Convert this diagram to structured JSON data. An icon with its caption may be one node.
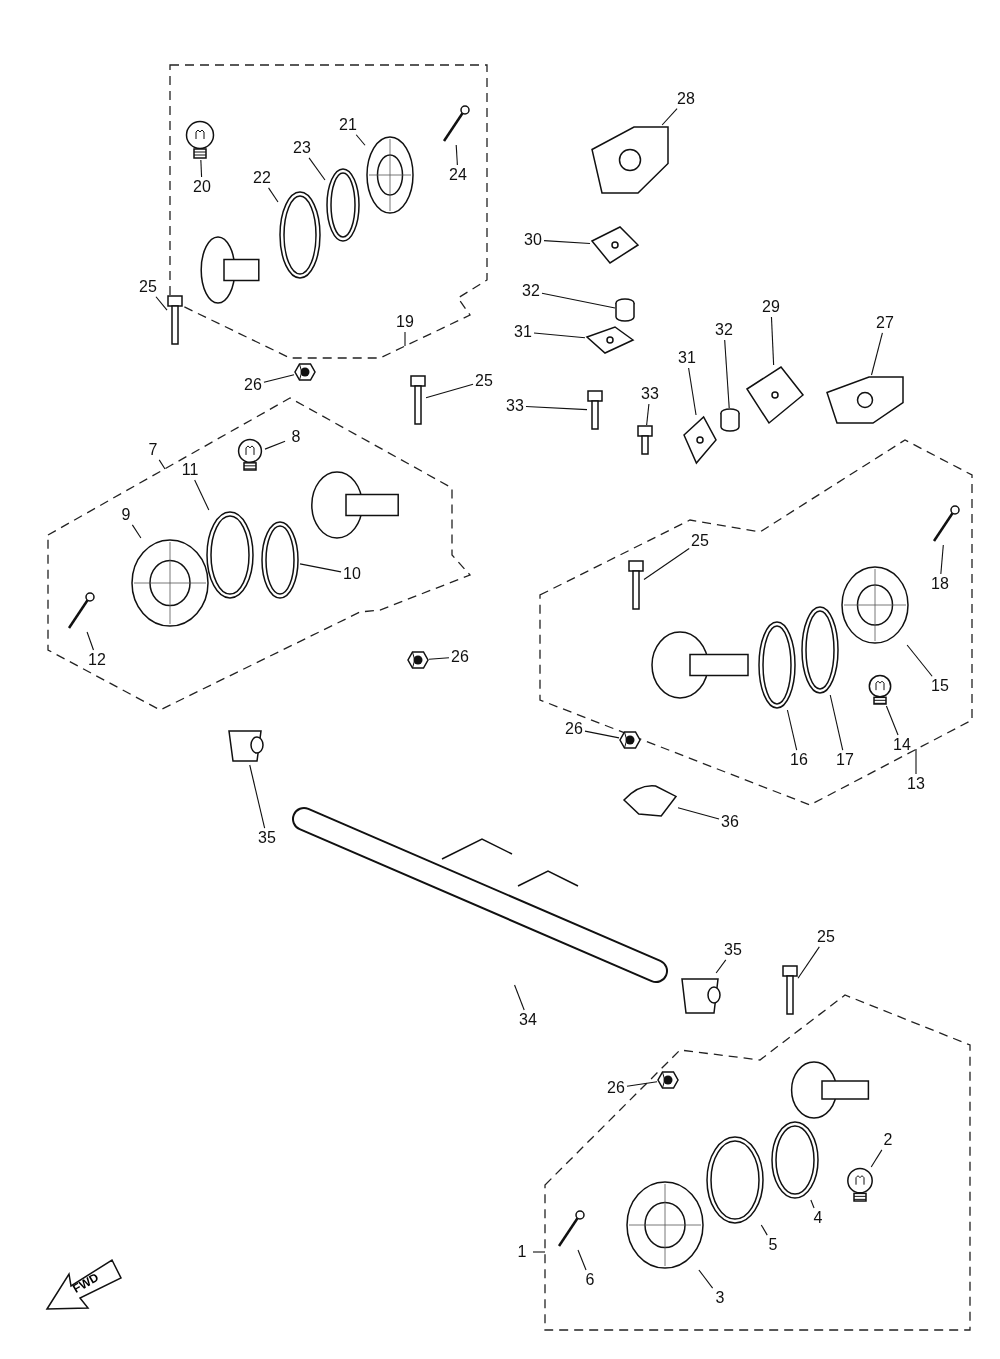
{
  "diagram": {
    "nodes": [
      {
        "text": [],
        "shape": "box"
      },
      {
        "text": [
          "20"
        ],
        "in": 0
      },
      {
        "text": [],
        "shape": "picture",
        "in": 0
      },
      {
        "text": [
          "21"
        ],
        "in": 0
      },
      {
        "text": [],
        "shape": "picture",
        "in": 0
      },
      {
        "text": [
          "23"
        ],
        "in": 0
      },
      {
        "text": [],
        "shape": "picture",
        "in": 0
      },
      {
        "text": [
          "22"
        ],
        "in": 0
      },
      {
        "text": [],
        "shape": "picture",
        "in": 0
      },
      {
        "text": [
          "24"
        ],
        "in": 0
      },
      {
        "text": [],
        "shape": "picture",
        "in": 0
      },
      {
        "text": [
          "19"
        ],
        "in": 0
      },
      {
        "text": [
          "25"
        ]
      },
      {
        "text": [],
        "shape": "picture"
      },
      {
        "text": [
          "26"
        ]
      },
      {
        "text": [],
        "shape": "picture"
      },
      {
        "text": [
          "28"
        ]
      },
      {
        "text": [],
        "shape": "picture"
      },
      {
        "text": [
          "30"
        ]
      },
      {
        "text": [],
        "shape": "picture"
      },
      {
        "text": [
          "32"
        ]
      },
      {
        "text": [],
        "shape": "picture"
      },
      {
        "text": [
          "31"
        ]
      },
      {
        "text": [],
        "shape": "picture"
      },
      {
        "text": [
          "33"
        ]
      },
      {
        "text": [],
        "shape": "picture"
      },
      {
        "text": [
          "29"
        ]
      },
      {
        "text": [],
        "shape": "picture"
      },
      {
        "text": [
          "27"
        ]
      },
      {
        "text": [],
        "shape": "picture"
      },
      {
        "text": [
          "32"
        ]
      },
      {
        "text": [],
        "shape": "picture"
      },
      {
        "text": [
          "31"
        ]
      },
      {
        "text": [],
        "shape": "picture"
      },
      {
        "text": [
          "33"
        ]
      },
      {
        "text": [],
        "shape": "picture"
      },
      {
        "text": [
          "25"
        ]
      },
      {
        "text": [],
        "shape": "picture"
      },
      {
        "text": [],
        "shape": "box"
      },
      {
        "text": [
          "7"
        ],
        "in": 38
      },
      {
        "text": [
          "8"
        ],
        "in": 38
      },
      {
        "text": [],
        "shape": "picture",
        "in": 38
      },
      {
        "text": [
          "11"
        ],
        "in": 38
      },
      {
        "text": [],
        "shape": "picture",
        "in": 38
      },
      {
        "text": [
          "9"
        ],
        "in": 38
      },
      {
        "text": [],
        "shape": "picture",
        "in": 38
      },
      {
        "text": [
          "10"
        ],
        "in": 38
      },
      {
        "text": [],
        "shape": "picture",
        "in": 38
      },
      {
        "text": [
          "12"
        ],
        "in": 38
      },
      {
        "text": [],
        "shape": "picture",
        "in": 38
      },
      {
        "text": [
          "26"
        ],
        "in": 38
      },
      {
        "text": [],
        "shape": "picture",
        "in": 38
      },
      {
        "text": [],
        "shape": "box"
      },
      {
        "text": [
          "25"
        ],
        "in": 52
      },
      {
        "text": [],
        "shape": "picture",
        "in": 52
      },
      {
        "text": [
          "18"
        ],
        "in": 52
      },
      {
        "text": [],
        "shape": "picture",
        "in": 52
      },
      {
        "text": [
          "15"
        ],
        "in": 52
      },
      {
        "text": [],
        "shape": "picture",
        "in": 52
      },
      {
        "text": [
          "14"
        ],
        "in": 52
      },
      {
        "text": [],
        "shape": "picture",
        "in": 52
      },
      {
        "text": [
          "17"
        ],
        "in": 52
      },
      {
        "text": [],
        "shape": "picture",
        "in": 52
      },
      {
        "text": [
          "16"
        ],
        "in": 52
      },
      {
        "text": [],
        "shape": "picture",
        "in": 52
      },
      {
        "text": [
          "13"
        ],
        "in": 52
      },
      {
        "text": [
          "26"
        ],
        "in": 52
      },
      {
        "text": [],
        "shape": "picture",
        "in": 52
      },
      {
        "text": [
          "35"
        ]
      },
      {
        "text": [],
        "shape": "picture"
      },
      {
        "text": [
          "36"
        ]
      },
      {
        "text": [],
        "shape": "picture"
      },
      {
        "text": [
          "34"
        ]
      },
      {
        "text": [],
        "shape": "picture"
      },
      {
        "text": [
          "35"
        ]
      },
      {
        "text": [],
        "shape": "picture"
      },
      {
        "text": [
          "25"
        ]
      },
      {
        "text": [],
        "shape": "picture"
      },
      {
        "text": [],
        "shape": "box"
      },
      {
        "text": [
          "26"
        ],
        "in": 78
      },
      {
        "text": [],
        "shape": "picture",
        "in": 78
      },
      {
        "text": [
          "2"
        ],
        "in": 78
      },
      {
        "text": [],
        "shape": "picture",
        "in": 78
      },
      {
        "text": [
          "4"
        ],
        "in": 78
      },
      {
        "text": [],
        "shape": "picture",
        "in": 78
      },
      {
        "text": [
          "5"
        ],
        "in": 78
      },
      {
        "text": [],
        "shape": "picture",
        "in": 78
      },
      {
        "text": [
          "1"
        ]
      },
      {
        "text": [
          "6"
        ],
        "in": 78
      },
      {
        "text": [],
        "shape": "picture",
        "in": 78
      },
      {
        "text": [
          "3"
        ],
        "in": 78
      },
      {
        "text": [],
        "shape": "picture",
        "in": 78
      },
      {
        "text": [
          "FWD"
        ]
      }
    ],
    "edges": [
      {
        "from": 1,
        "to": 2,
        "arrow": "none"
      },
      {
        "from": 3,
        "to": 4,
        "arrow": "none"
      },
      {
        "from": 5,
        "to": 6,
        "arrow": "none"
      },
      {
        "from": 7,
        "to": 8,
        "arrow": "none"
      },
      {
        "from": 9,
        "to": 10,
        "arrow": "none"
      },
      {
        "from": 11,
        "to": 0,
        "arrow": "none"
      },
      {
        "from": 12,
        "to": 13,
        "arrow": "none"
      },
      {
        "from": 14,
        "to": 15,
        "arrow": "none"
      },
      {
        "from": 16,
        "to": 17,
        "arrow": "none"
      },
      {
        "from": 18,
        "to": 19,
        "arrow": "none"
      },
      {
        "from": 20,
        "to": 21,
        "arrow": "none"
      },
      {
        "from": 22,
        "to": 23,
        "arrow": "none"
      },
      {
        "from": 24,
        "to": 25,
        "arrow": "none"
      },
      {
        "from": 26,
        "to": 27,
        "arrow": "none"
      },
      {
        "from": 28,
        "to": 29,
        "arrow": "none"
      },
      {
        "from": 30,
        "to": 31,
        "arrow": "none"
      },
      {
        "from": 32,
        "to": 33,
        "arrow": "none"
      },
      {
        "from": 34,
        "to": 35,
        "arrow": "none"
      },
      {
        "from": 36,
        "to": 37,
        "arrow": "none"
      },
      {
        "from": 39,
        "to": 38,
        "arrow": "none"
      },
      {
        "from": 40,
        "to": 41,
        "arrow": "none"
      },
      {
        "from": 42,
        "to": 43,
        "arrow": "none"
      },
      {
        "from": 44,
        "to": 45,
        "arrow": "none"
      },
      {
        "from": 46,
        "to": 47,
        "arrow": "none"
      },
      {
        "from": 48,
        "to": 49,
        "arrow": "none"
      },
      {
        "from": 50,
        "to": 51,
        "arrow": "none"
      },
      {
        "from": 53,
        "to": 54,
        "arrow": "none"
      },
      {
        "from": 55,
        "to": 56,
        "arrow": "none"
      },
      {
        "from": 57,
        "to": 58,
        "arrow": "none"
      },
      {
        "from": 59,
        "to": 60,
        "arrow": "none"
      },
      {
        "from": 61,
        "to": 62,
        "arrow": "none"
      },
      {
        "from": 63,
        "to": 64,
        "arrow": "none"
      },
      {
        "from": 65,
        "to": 52,
        "arrow": "none"
      },
      {
        "from": 66,
        "to": 67,
        "arrow": "none"
      },
      {
        "from": 68,
        "to": 69,
        "arrow": "none"
      },
      {
        "from": 70,
        "to": 71,
        "arrow": "none"
      },
      {
        "from": 72,
        "to": 73,
        "arrow": "none"
      },
      {
        "from": 74,
        "to": 75,
        "arrow": "none"
      },
      {
        "from": 76,
        "to": 77,
        "arrow": "none"
      },
      {
        "from": 79,
        "to": 80,
        "arrow": "none"
      },
      {
        "from": 81,
        "to": 82,
        "arrow": "none"
      },
      {
        "from": 83,
        "to": 84,
        "arrow": "none"
      },
      {
        "from": 85,
        "to": 86,
        "arrow": "none"
      },
      {
        "from": 87,
        "to": 78,
        "arrow": "none"
      },
      {
        "from": 88,
        "to": 89,
        "arrow": "none"
      },
      {
        "from": 90,
        "to": 91,
        "arrow": "none"
      }
    ]
  }
}
